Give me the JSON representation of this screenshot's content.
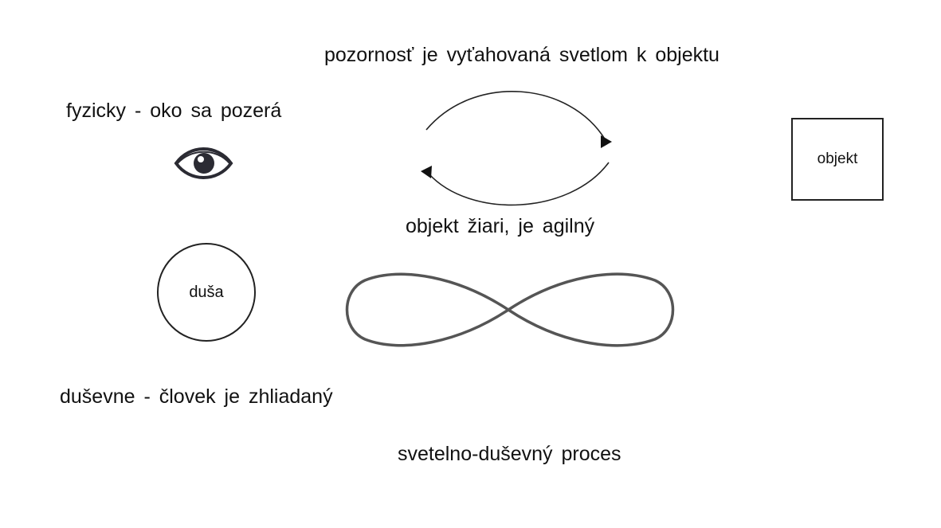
{
  "labels": {
    "top": "pozornosť je vyťahovaná svetlom k objektu",
    "physical": "fyzicky - oko sa pozerá",
    "object_glows": "objekt žiari, je agilný",
    "soul_side": "duševne -  človek je zhliadaný",
    "process": "svetelno-duševný proces"
  },
  "nodes": {
    "object": "objekt",
    "soul": "duša"
  },
  "icons": {
    "eye": "eye-icon",
    "infinity": "infinity-icon"
  },
  "colors": {
    "text": "#111111",
    "stroke": "#222222",
    "eye": "#2b2b33",
    "infinity": "#555555"
  }
}
